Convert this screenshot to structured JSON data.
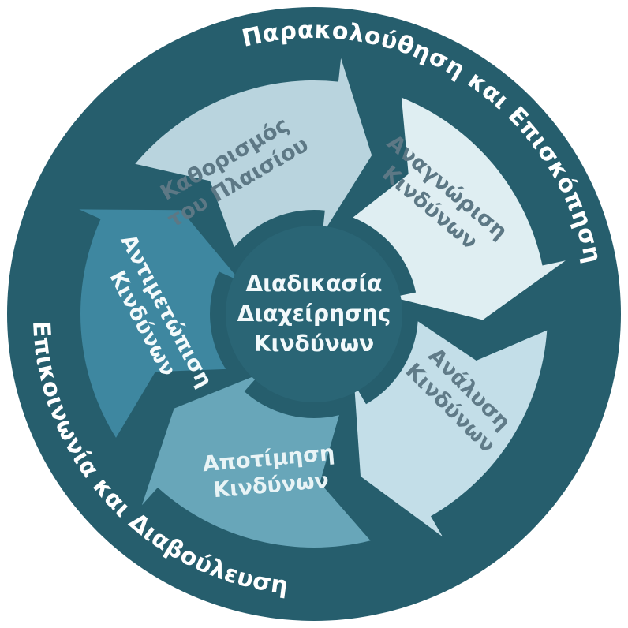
{
  "diagram": {
    "title_semantic": "risk-management-process-cycle",
    "center": {
      "line1": "Διαδικασία",
      "line2": "Διαχείρησης",
      "line3": "Κινδύνων"
    },
    "ring_labels": {
      "top": "Παρακολούθηση και Επισκόπηση",
      "bottom": "Επικοινωνία και Διαβούλευση"
    },
    "steps": [
      {
        "line1": "Καθορισμός",
        "line2": "του Πλαισίου",
        "color": "#b9d4de",
        "text_color": "#5d7885"
      },
      {
        "line1": "Αναγνώριση",
        "line2": "Κινδύνων",
        "color": "#dfeef2",
        "text_color": "#5d7885"
      },
      {
        "line1": "Ανάλυση",
        "line2": "Κινδύνων",
        "color": "#c3dee8",
        "text_color": "#607b88"
      },
      {
        "line1": "Αποτίμηση",
        "line2": "Κινδύνων",
        "color": "#68a6b9",
        "text_color": "#e9f4f6"
      },
      {
        "line1": "Αντιμετώπιση",
        "line2": "Κινδύνων",
        "color": "#3e87a0",
        "text_color": "#f4fafb"
      }
    ],
    "colors": {
      "background": "#ffffff",
      "circle": "#265e6d",
      "center_disk": "#2a6575",
      "ring_text": "#ffffff"
    }
  }
}
